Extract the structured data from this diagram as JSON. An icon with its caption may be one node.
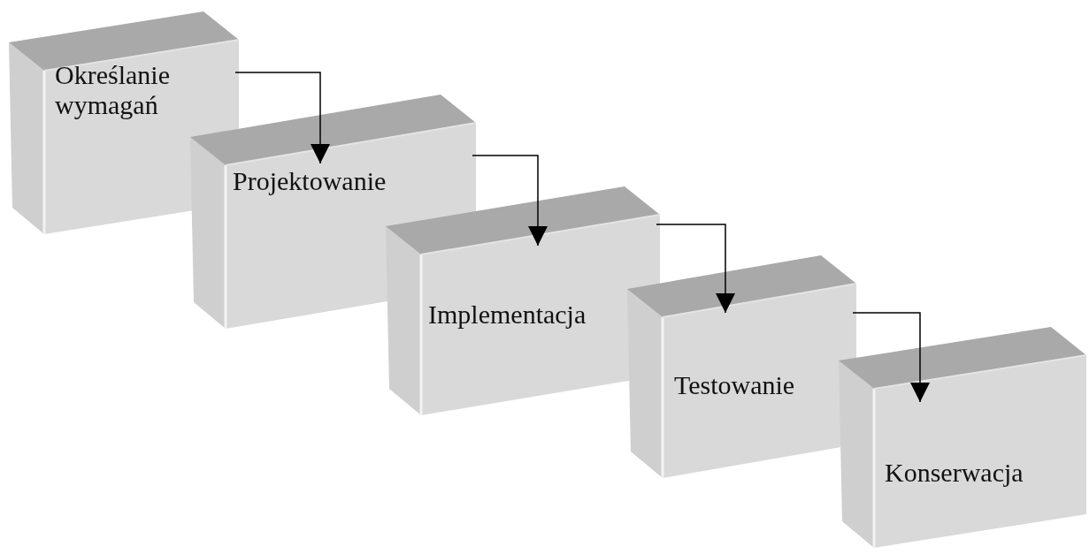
{
  "diagram": {
    "nodes": [
      {
        "text": [
          "Określanie wymagań"
        ]
      },
      {
        "text": [
          "Projektowanie"
        ]
      },
      {
        "text": [
          "Implementacja"
        ]
      },
      {
        "text": [
          "Testowanie"
        ]
      },
      {
        "text": [
          "Konserwacja"
        ]
      }
    ],
    "edges": [
      {
        "from": 0,
        "to": 1,
        "arrow": "to"
      },
      {
        "from": 1,
        "to": 2,
        "arrow": "to"
      },
      {
        "from": 2,
        "to": 3,
        "arrow": "to"
      },
      {
        "from": 3,
        "to": 4,
        "arrow": "to"
      }
    ]
  }
}
